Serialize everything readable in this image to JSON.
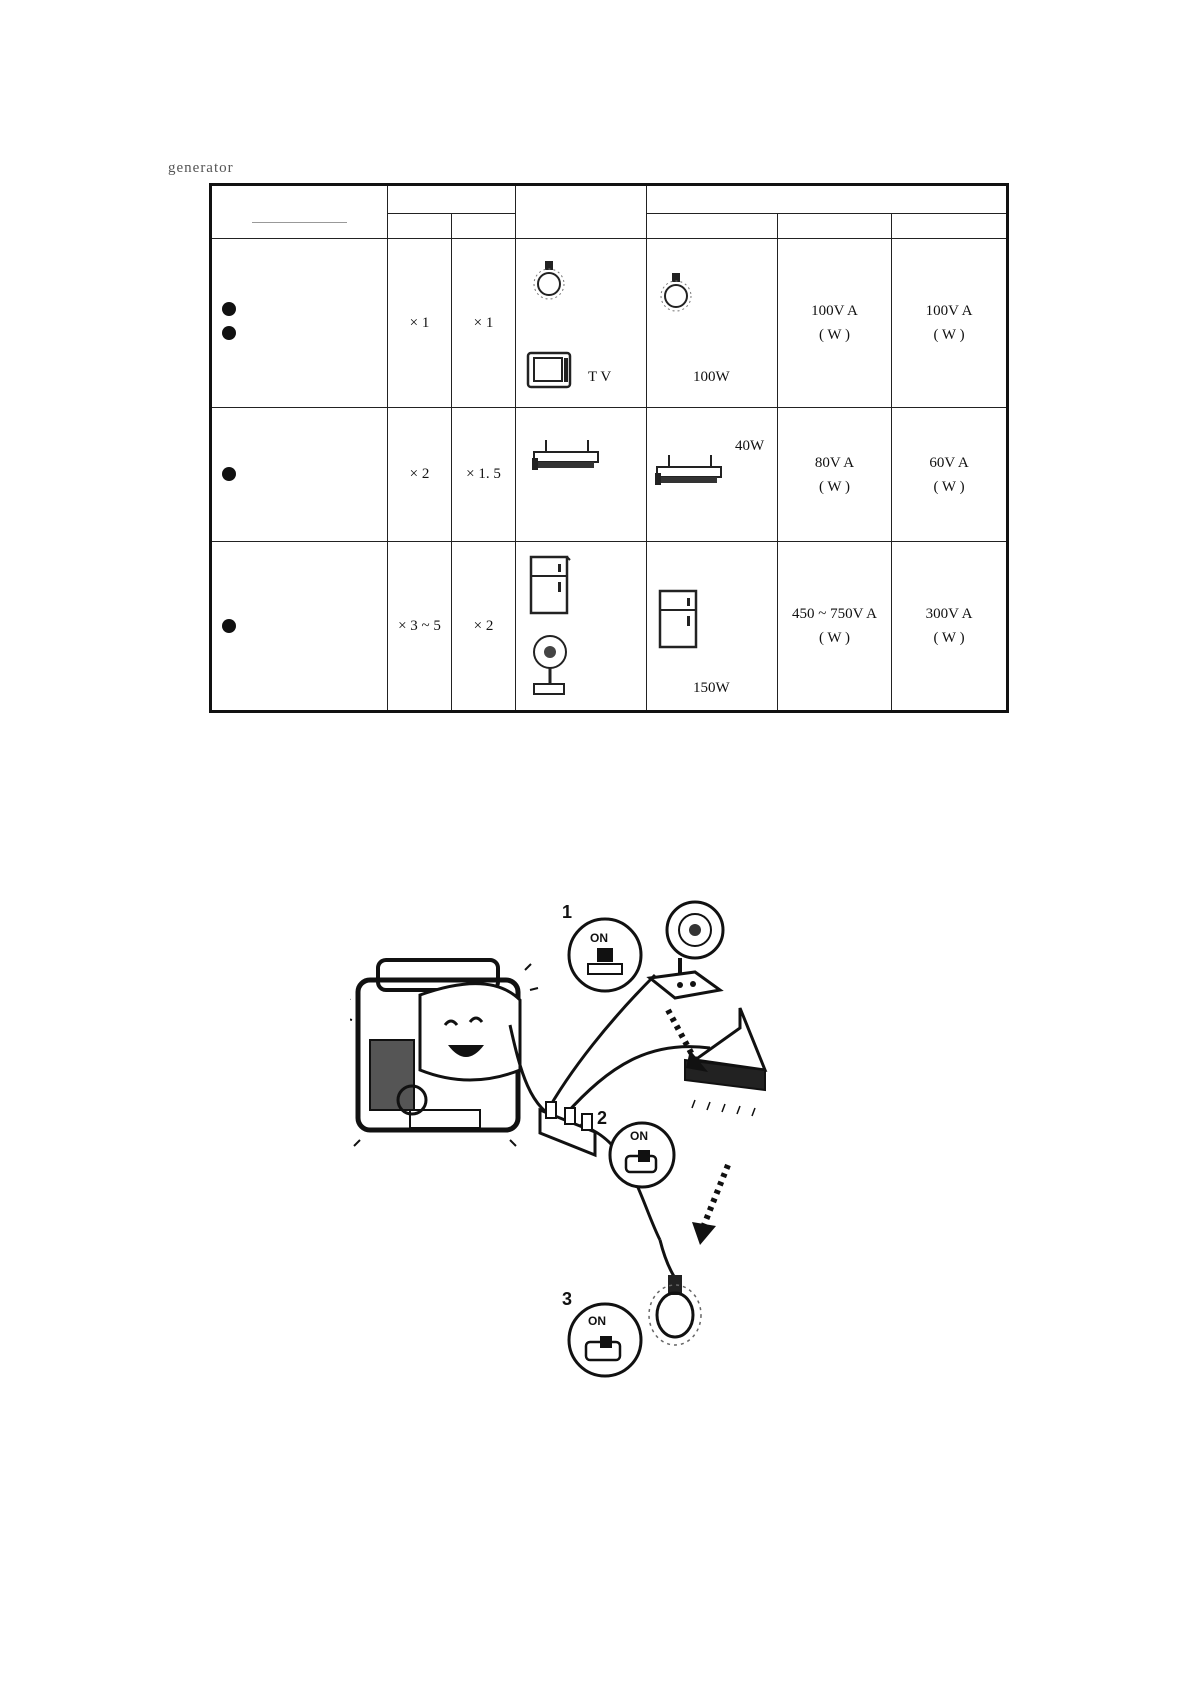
{
  "header_fragment": "generator",
  "table": {
    "rows": [
      {
        "bullets": 2,
        "start_factor": "× 1",
        "run_factor": "× 1",
        "example_icons": [
          "bulb-icon",
          "tv-icon"
        ],
        "example_label": "T V",
        "sample_icon": "bulb-icon",
        "sample_watt": "100W",
        "start_va": "100V A",
        "start_unit": "( W )",
        "run_va": "100V A",
        "run_unit": "( W )"
      },
      {
        "bullets": 1,
        "start_factor": "× 2",
        "run_factor": "× 1. 5",
        "example_icons": [
          "fluorescent-lamp-icon"
        ],
        "sample_icon": "fluorescent-lamp-icon",
        "sample_watt": "40W",
        "start_va": "80V A",
        "start_unit": "( W )",
        "run_va": "60V A",
        "run_unit": "( W )"
      },
      {
        "bullets": 1,
        "start_factor": "× 3 ~ 5",
        "run_factor": "× 2",
        "example_icons": [
          "refrigerator-icon",
          "fan-icon"
        ],
        "sample_icon": "refrigerator-icon",
        "sample_watt": "150W",
        "start_va": "450 ~ 750V A",
        "start_unit": "( W )",
        "run_va": "300V A",
        "run_unit": "( W )"
      }
    ]
  },
  "illustration": {
    "steps": [
      "1",
      "2",
      "3"
    ],
    "switch_label": "ON",
    "icons": [
      "generator-icon",
      "fan-icon",
      "fluorescent-lamp-icon",
      "bulb-icon",
      "power-strip-icon"
    ]
  }
}
